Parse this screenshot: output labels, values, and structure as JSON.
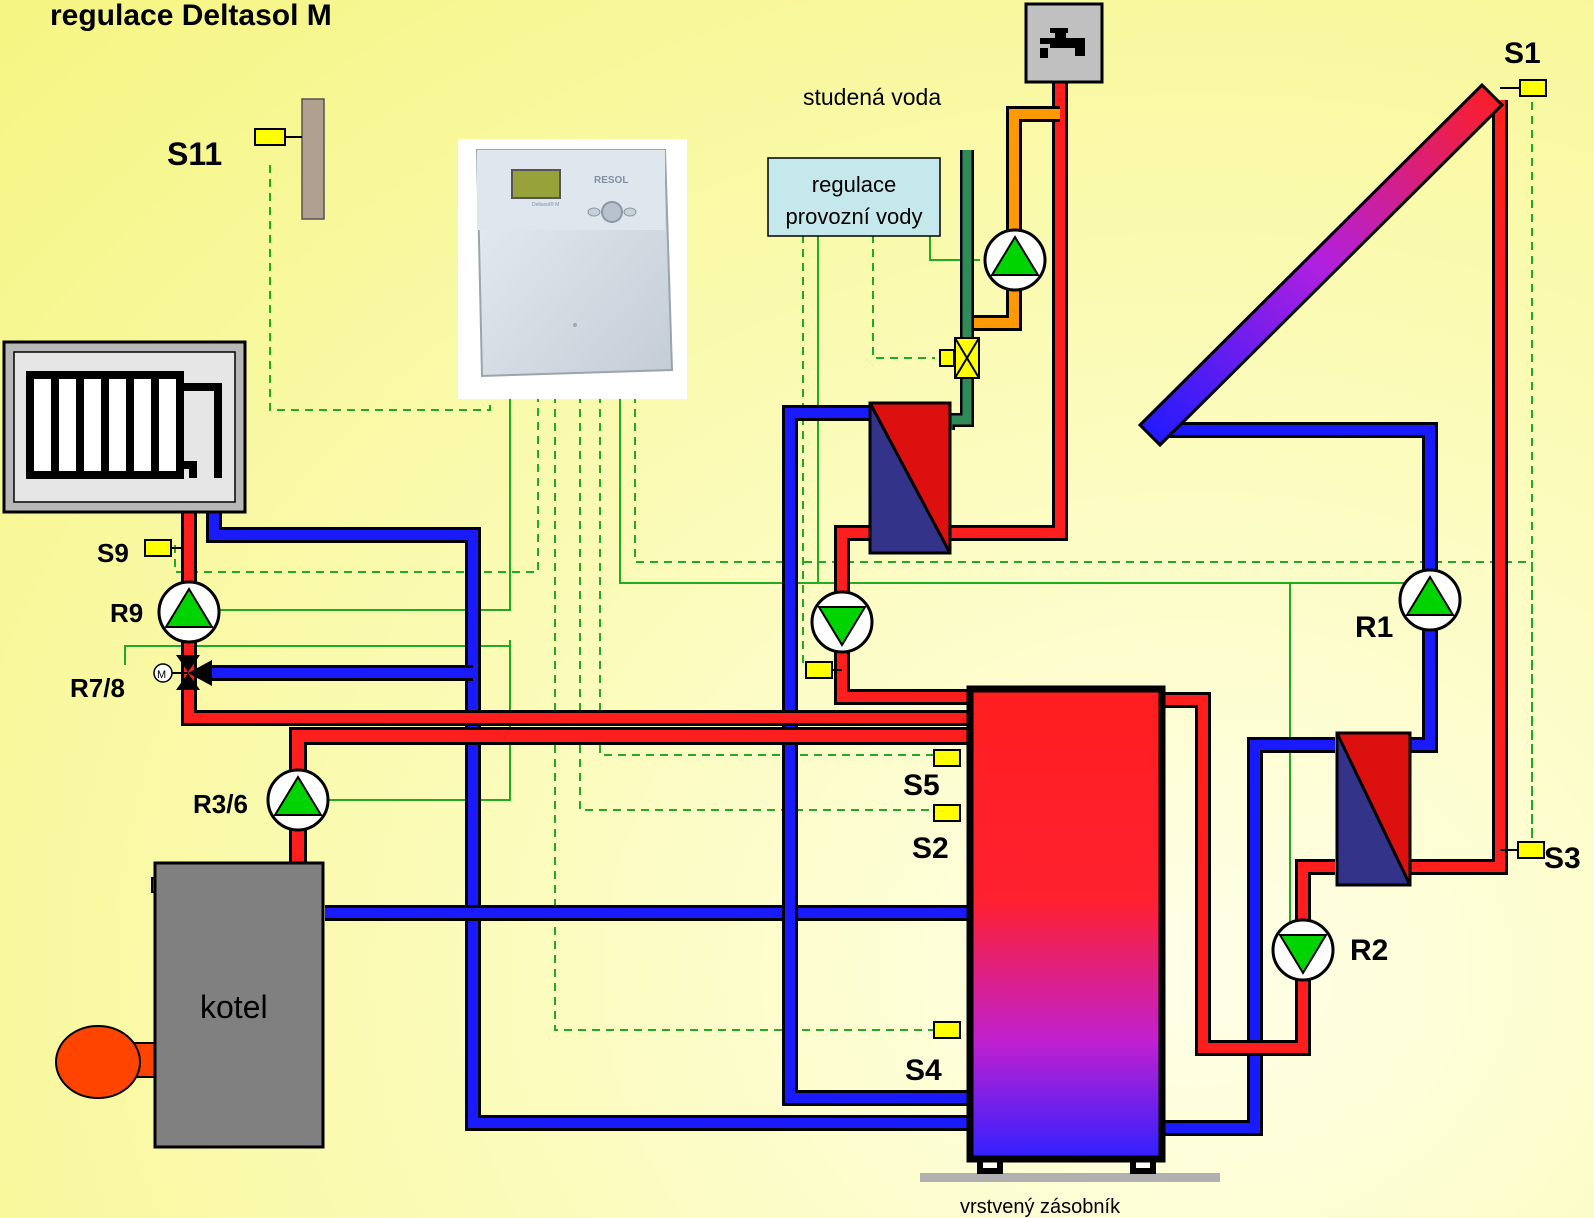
{
  "title": "regulace Deltasol M",
  "controller": {
    "brand": "RESOL",
    "model": "Deltasol® M"
  },
  "labels": {
    "s11": "S11",
    "s9": "S9",
    "r9": "R9",
    "r78": "R7/8",
    "motor": "M",
    "r36": "R3/6",
    "s1": "S1",
    "r1": "R1",
    "s3": "S3",
    "r2": "R2",
    "s5": "S5",
    "s2": "S2",
    "s4": "S4"
  },
  "texts": {
    "cold_water": "studená voda",
    "dhw_control_line1": "regulace",
    "dhw_control_line2": "provozní vody",
    "boiler": "kotel",
    "tank": "vrstvený zásobník"
  },
  "colors": {
    "hot": "#ff1e1e",
    "cold": "#1a1aff",
    "warm": "#ff9900",
    "cold_water": "#2e8b57",
    "sensor": "#ffff00",
    "pump": "#00d400",
    "signal": "#22aa22",
    "boiler": "#808080",
    "burner": "#ff4400"
  }
}
